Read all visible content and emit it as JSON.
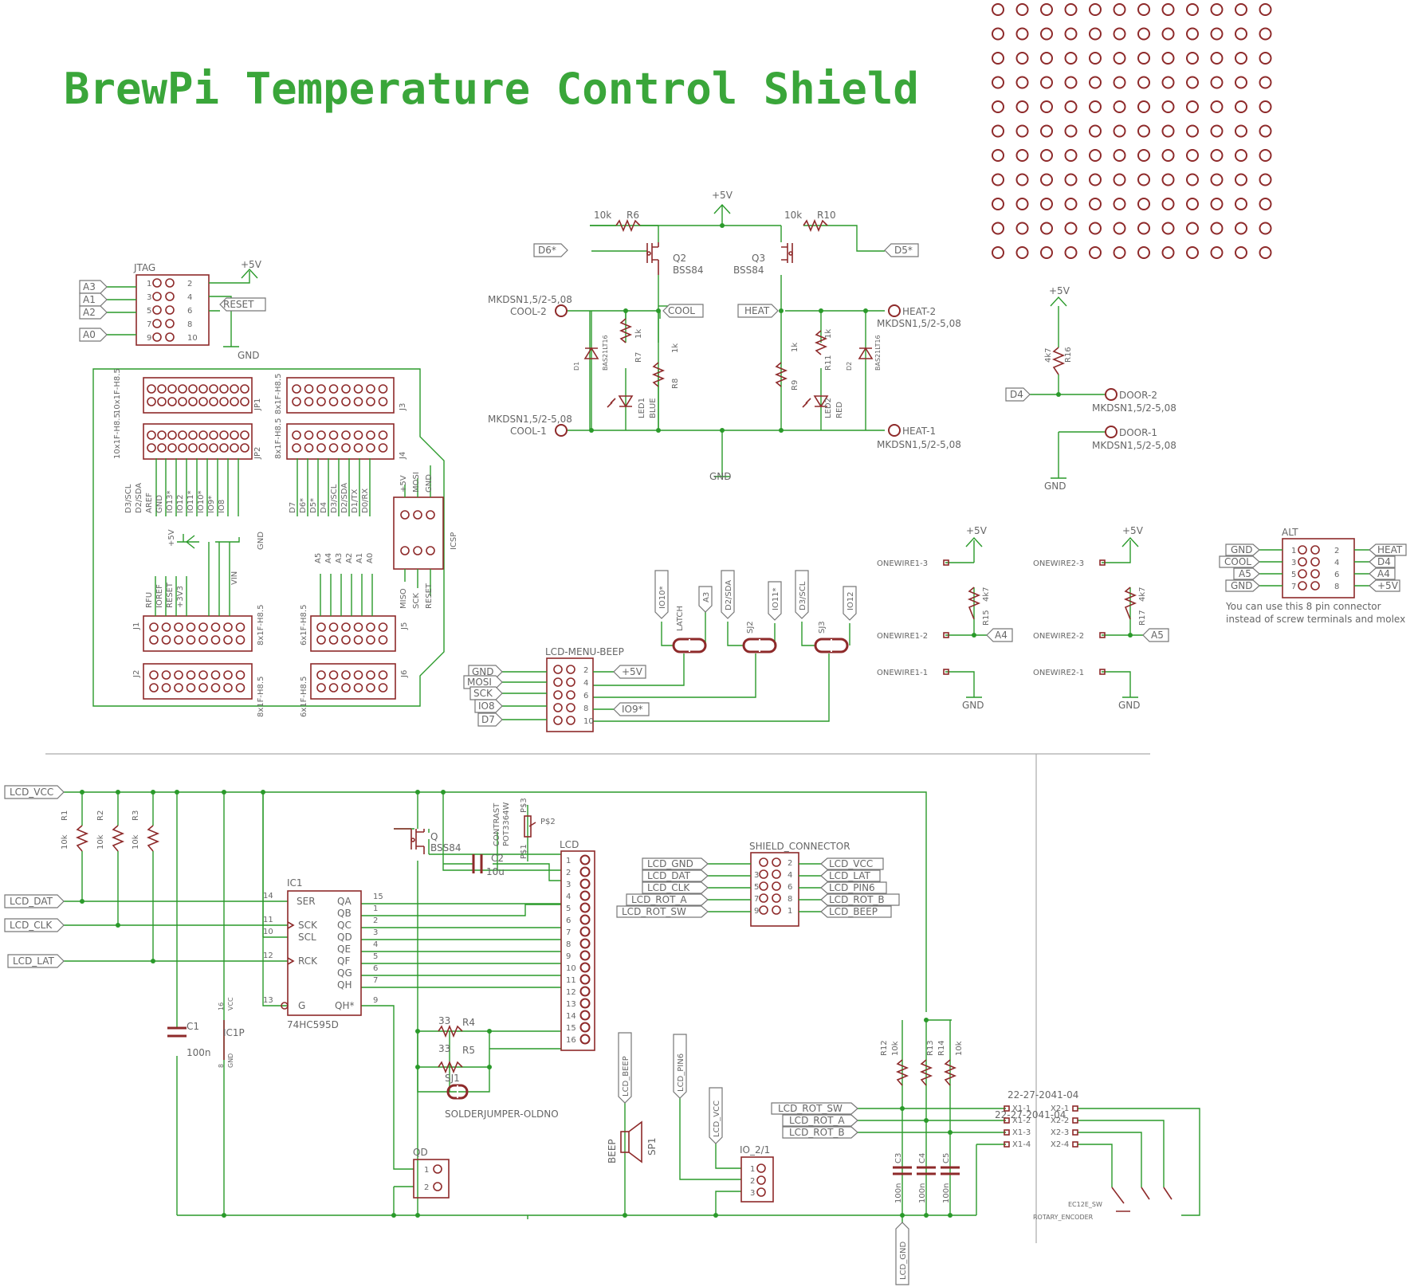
{
  "title": "BrewPi Temperature Control Shield",
  "colors": {
    "wire": "#2a9a2a",
    "component": "#8e2a2a",
    "text": "#666666"
  },
  "jtag": {
    "name": "JTAG",
    "left_pins": [
      "1",
      "3",
      "5",
      "7",
      "9"
    ],
    "right_pins": [
      "2",
      "4",
      "6",
      "8",
      "10"
    ],
    "flags": [
      "A3",
      "A1",
      "A2",
      "A0"
    ],
    "reset": "RESET",
    "vcc": "+5V",
    "gnd": "GND"
  },
  "top_left_flags": {
    "d6": "D6*",
    "d5": "D5*",
    "cool": "COOL",
    "heat": "HEAT",
    "vcc": "+5V",
    "gnd": "GND",
    "d4": "D4"
  },
  "cool_side": {
    "r6": "R6",
    "r6_val": "10k",
    "q2": "Q2",
    "q2_val": "BSS84",
    "r7": "R7",
    "r7_val": "1k",
    "r8": "R8",
    "r8_val": "1k",
    "d1": "D1",
    "d1_val": "BAS21LT16",
    "led1": "LED1",
    "led1_val": "BLUE",
    "term": "MKDSN1,5/2-5,08",
    "cool2": "COOL-2",
    "cool1": "COOL-1"
  },
  "heat_side": {
    "r10": "R10",
    "r10_val": "10k",
    "q3": "Q3",
    "q3_val": "BSS84",
    "r9": "R9",
    "r9_val": "1k",
    "r11": "R11",
    "r11_val": "1k",
    "d2": "D2",
    "d2_val": "BAS21LT16",
    "led2": "LED2",
    "led2_val": "RED",
    "heat2": "HEAT-2",
    "heat1": "HEAT-1"
  },
  "door": {
    "r16": "R16",
    "r16_val": "4k7",
    "door2": "DOOR-2",
    "door1": "DOOR-1",
    "term": "MKDSN1,5/2-5,08"
  },
  "shield": {
    "jp1": "JP1",
    "jp1_lbl": "10x1F-H8.5",
    "jp2": "JP2",
    "jp2_lbl": "10x1F-H8.5",
    "j3": "J3",
    "j3_lbl": "8x1F-H8.5",
    "j4": "J4",
    "j4_lbl": "8x1F-H8.5",
    "j1": "J1",
    "j1_lbl": "8x1F-H8.5",
    "j2": "J2",
    "j2_lbl": "8x1F-H8.5",
    "j5": "J5",
    "j5_lbl": "6x1F-H8.5",
    "j6": "J6",
    "j6_lbl": "6x1F-H8.5",
    "icsp": "ICSP",
    "jp_signals": [
      "D3/SCL",
      "D2/SDA",
      "AREF",
      "GND",
      "IO13*",
      "IO12",
      "IO11*",
      "IO10*",
      "IO9*",
      "IO8"
    ],
    "j3_signals": [
      "D7",
      "D6*",
      "D5*",
      "D4",
      "D3/SCL",
      "D2/SDA",
      "D1/TX",
      "D0/RX"
    ],
    "power_signals": [
      "RFU",
      "IOREF",
      "RESET",
      "+3V3",
      "VIN"
    ],
    "analog_signals": [
      "A5",
      "A4",
      "A3",
      "A2",
      "A1",
      "A0"
    ],
    "icsp_top": [
      "+5V",
      "MOSI",
      "GND"
    ],
    "icsp_bot": [
      "MISO",
      "SCK",
      "RESET"
    ],
    "vcc": "+5V",
    "gnd": "GND"
  },
  "jumpers": {
    "io10": "IO10*",
    "a3": "A3",
    "latch": "LATCH",
    "d2": "D2/SDA",
    "sj2": "SJ2",
    "io11": "IO11*",
    "d3": "D3/SCL",
    "sj3": "SJ3",
    "io12": "IO12"
  },
  "lcd_menu": {
    "name": "LCD-MENU-BEEP",
    "left": [
      "GND",
      "MOSI",
      "SCK",
      "IO8",
      "D7"
    ],
    "right_vcc": "+5V",
    "right_io9": "IO9*",
    "pins_r": [
      "2",
      "4",
      "6",
      "8",
      "10"
    ]
  },
  "onewire": {
    "ow1_3": "ONEWIRE1-3",
    "ow1_2": "ONEWIRE1-2",
    "ow1_1": "ONEWIRE1-1",
    "ow2_3": "ONEWIRE2-3",
    "ow2_2": "ONEWIRE2-2",
    "ow2_1": "ONEWIRE2-1",
    "r15": "R15",
    "r15_val": "4k7",
    "r17": "R17",
    "r17_val": "4k7",
    "a4": "A4",
    "a5": "A5"
  },
  "alt": {
    "name": "ALT",
    "left": [
      "GND",
      "COOL",
      "A5",
      "GND"
    ],
    "right": [
      "HEAT",
      "D4",
      "A4",
      "+5V"
    ],
    "pins_l": [
      "1",
      "3",
      "5",
      "7"
    ],
    "pins_r": [
      "2",
      "4",
      "6",
      "8"
    ],
    "note1": "You can use this 8 pin connector",
    "note2": "instead of screw terminals and molex"
  },
  "lcd_section": {
    "flags_left": [
      "LCD_VCC",
      "LCD_DAT",
      "LCD_CLK",
      "LCD_LAT"
    ],
    "r1": "R1",
    "r2": "R2",
    "r3": "R3",
    "rval": "10k",
    "c1": "C1",
    "c1_val": "100n",
    "ic1p": "IC1P",
    "vcc_pin": "16",
    "gnd_pin": "8",
    "ic1": "IC1",
    "ic1_val": "74HC595D",
    "ic1_left": [
      "SER",
      "SCK",
      "SCL",
      "RCK",
      "G"
    ],
    "ic1_left_pins": [
      "14",
      "11",
      "10",
      "12",
      "13"
    ],
    "ic1_right": [
      "QA",
      "QB",
      "QC",
      "QD",
      "QE",
      "QF",
      "QG",
      "QH",
      "QH*"
    ],
    "ic1_right_pins": [
      "15",
      "1",
      "2",
      "3",
      "4",
      "5",
      "6",
      "7",
      "9"
    ],
    "q": "Q",
    "q_val": "BSS84",
    "c2": "C2",
    "c2_val": "10u",
    "pot": "CONTRAST",
    "pot_val": "POT3364W",
    "ps1": "P$1",
    "ps2": "P$2",
    "ps3": "P$3",
    "lcd": "LCD",
    "lcd_pins": [
      "1",
      "2",
      "3",
      "4",
      "5",
      "6",
      "7",
      "8",
      "9",
      "10",
      "11",
      "12",
      "13",
      "14",
      "15",
      "16"
    ],
    "r4": "R4",
    "r4_val": "33",
    "r5": "R5",
    "r5_val": "33",
    "sj1": "SJ1",
    "sj1_val": "SOLDERJUMPER-OLDNO",
    "qd": "QD",
    "qd_pins": [
      "1",
      "2"
    ],
    "beep_flag": "LCD_BEEP",
    "beep": "BEEP",
    "sp1": "SP1",
    "pin6_flag": "LCD_PIN6",
    "vcc_flag": "LCD_VCC",
    "io": "IO_2/1",
    "io_pins": [
      "1",
      "2",
      "3"
    ],
    "gnd_flag": "LCD_GND"
  },
  "shield_connector": {
    "name": "SHIELD_CONNECTOR",
    "left": [
      "LCD_GND",
      "LCD_DAT",
      "LCD_CLK",
      "LCD_ROT_A",
      "LCD_ROT_SW"
    ],
    "right": [
      "LCD_VCC",
      "LCD_LAT",
      "LCD_PIN6",
      "LCD_ROT_B",
      "LCD_BEEP"
    ],
    "pins_l": [
      "3",
      "5",
      "7",
      "9"
    ],
    "pins_r": [
      "2",
      "4",
      "6",
      "8",
      "1"
    ]
  },
  "encoder": {
    "r12": "R12",
    "r13": "R13",
    "r14": "R14",
    "rval": "10k",
    "c3": "C3",
    "c4": "C4",
    "c5": "C5",
    "cval": "100n",
    "flags": [
      "LCD_ROT_SW",
      "LCD_ROT_A",
      "LCD_ROT_B"
    ],
    "conn": "22-27-2041-04",
    "x1": [
      "X1-1",
      "X1-2",
      "X1-3",
      "X1-4"
    ],
    "x2": [
      "X2-1",
      "X2-2",
      "X2-3",
      "X2-4"
    ],
    "enc": "EC12E_SW",
    "enc_val": "ROTARY_ENCODER"
  }
}
